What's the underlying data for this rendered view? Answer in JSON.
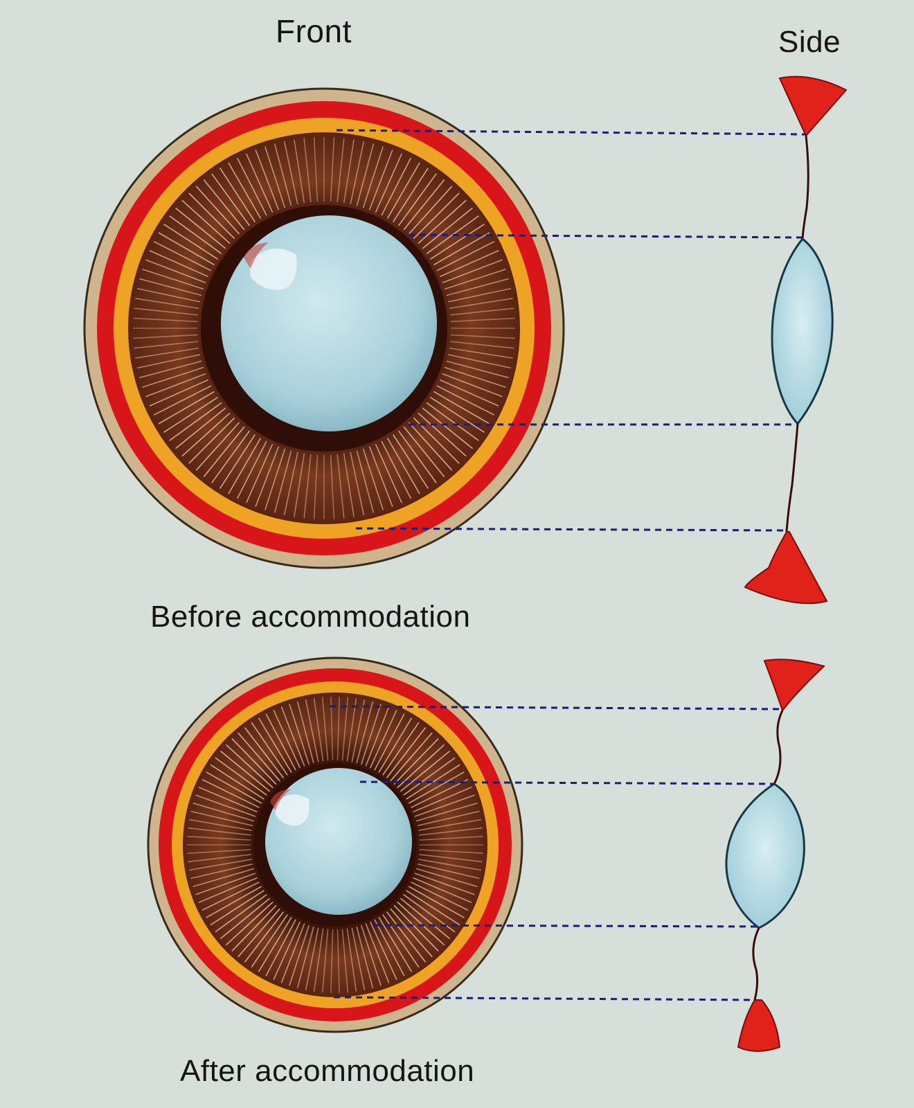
{
  "labels": {
    "front": "Front",
    "side": "Side",
    "before": "Before accommodation",
    "after": "After accommodation"
  },
  "colors": {
    "background": "#d6dfda",
    "outer_ring": "#cfb58e",
    "red_ring": "#d8161a",
    "orange_ring": "#eea324",
    "iris": "#6b2c16",
    "iris_fibers": "#f1dcc6",
    "pupil_rim": "#2e0e06",
    "lens": "#b8dbe4",
    "ciliary": "#e0221b",
    "guide_lines": "#1c1f6e"
  },
  "illustrations": {
    "before": {
      "state": "lens thin (relaxed)"
    },
    "after": {
      "state": "lens thick (accommodated)"
    }
  }
}
